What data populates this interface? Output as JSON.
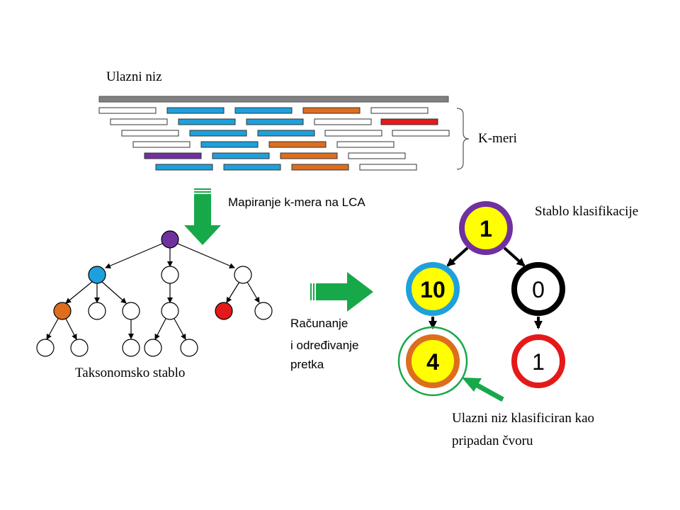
{
  "labels": {
    "input_sequence": "Ulazni  niz",
    "kmers": "K-meri",
    "mapping": "Mapiranje  k-mera  na  LCA",
    "taxonomy_tree": "Taksonomsko  stablo",
    "computing_1": "Računanje",
    "computing_2": "i  određivanje",
    "computing_3": "pretka",
    "classification_tree": "Stablo  klasifikacije",
    "result_1": "Ulazni  niz  klasificiran  kao",
    "result_2": "pripadan  čvoru"
  },
  "classification_nodes": {
    "root": "1",
    "left": "10",
    "right": "0",
    "left_child": "4",
    "right_child": "1"
  },
  "colors": {
    "input_bar": "#808080",
    "blue": "#1ea0dc",
    "orange": "#dc6e1e",
    "red": "#e41a1a",
    "purple": "#7030a0",
    "yellow": "#ffff00",
    "green": "#17a84a",
    "black": "#000000"
  }
}
